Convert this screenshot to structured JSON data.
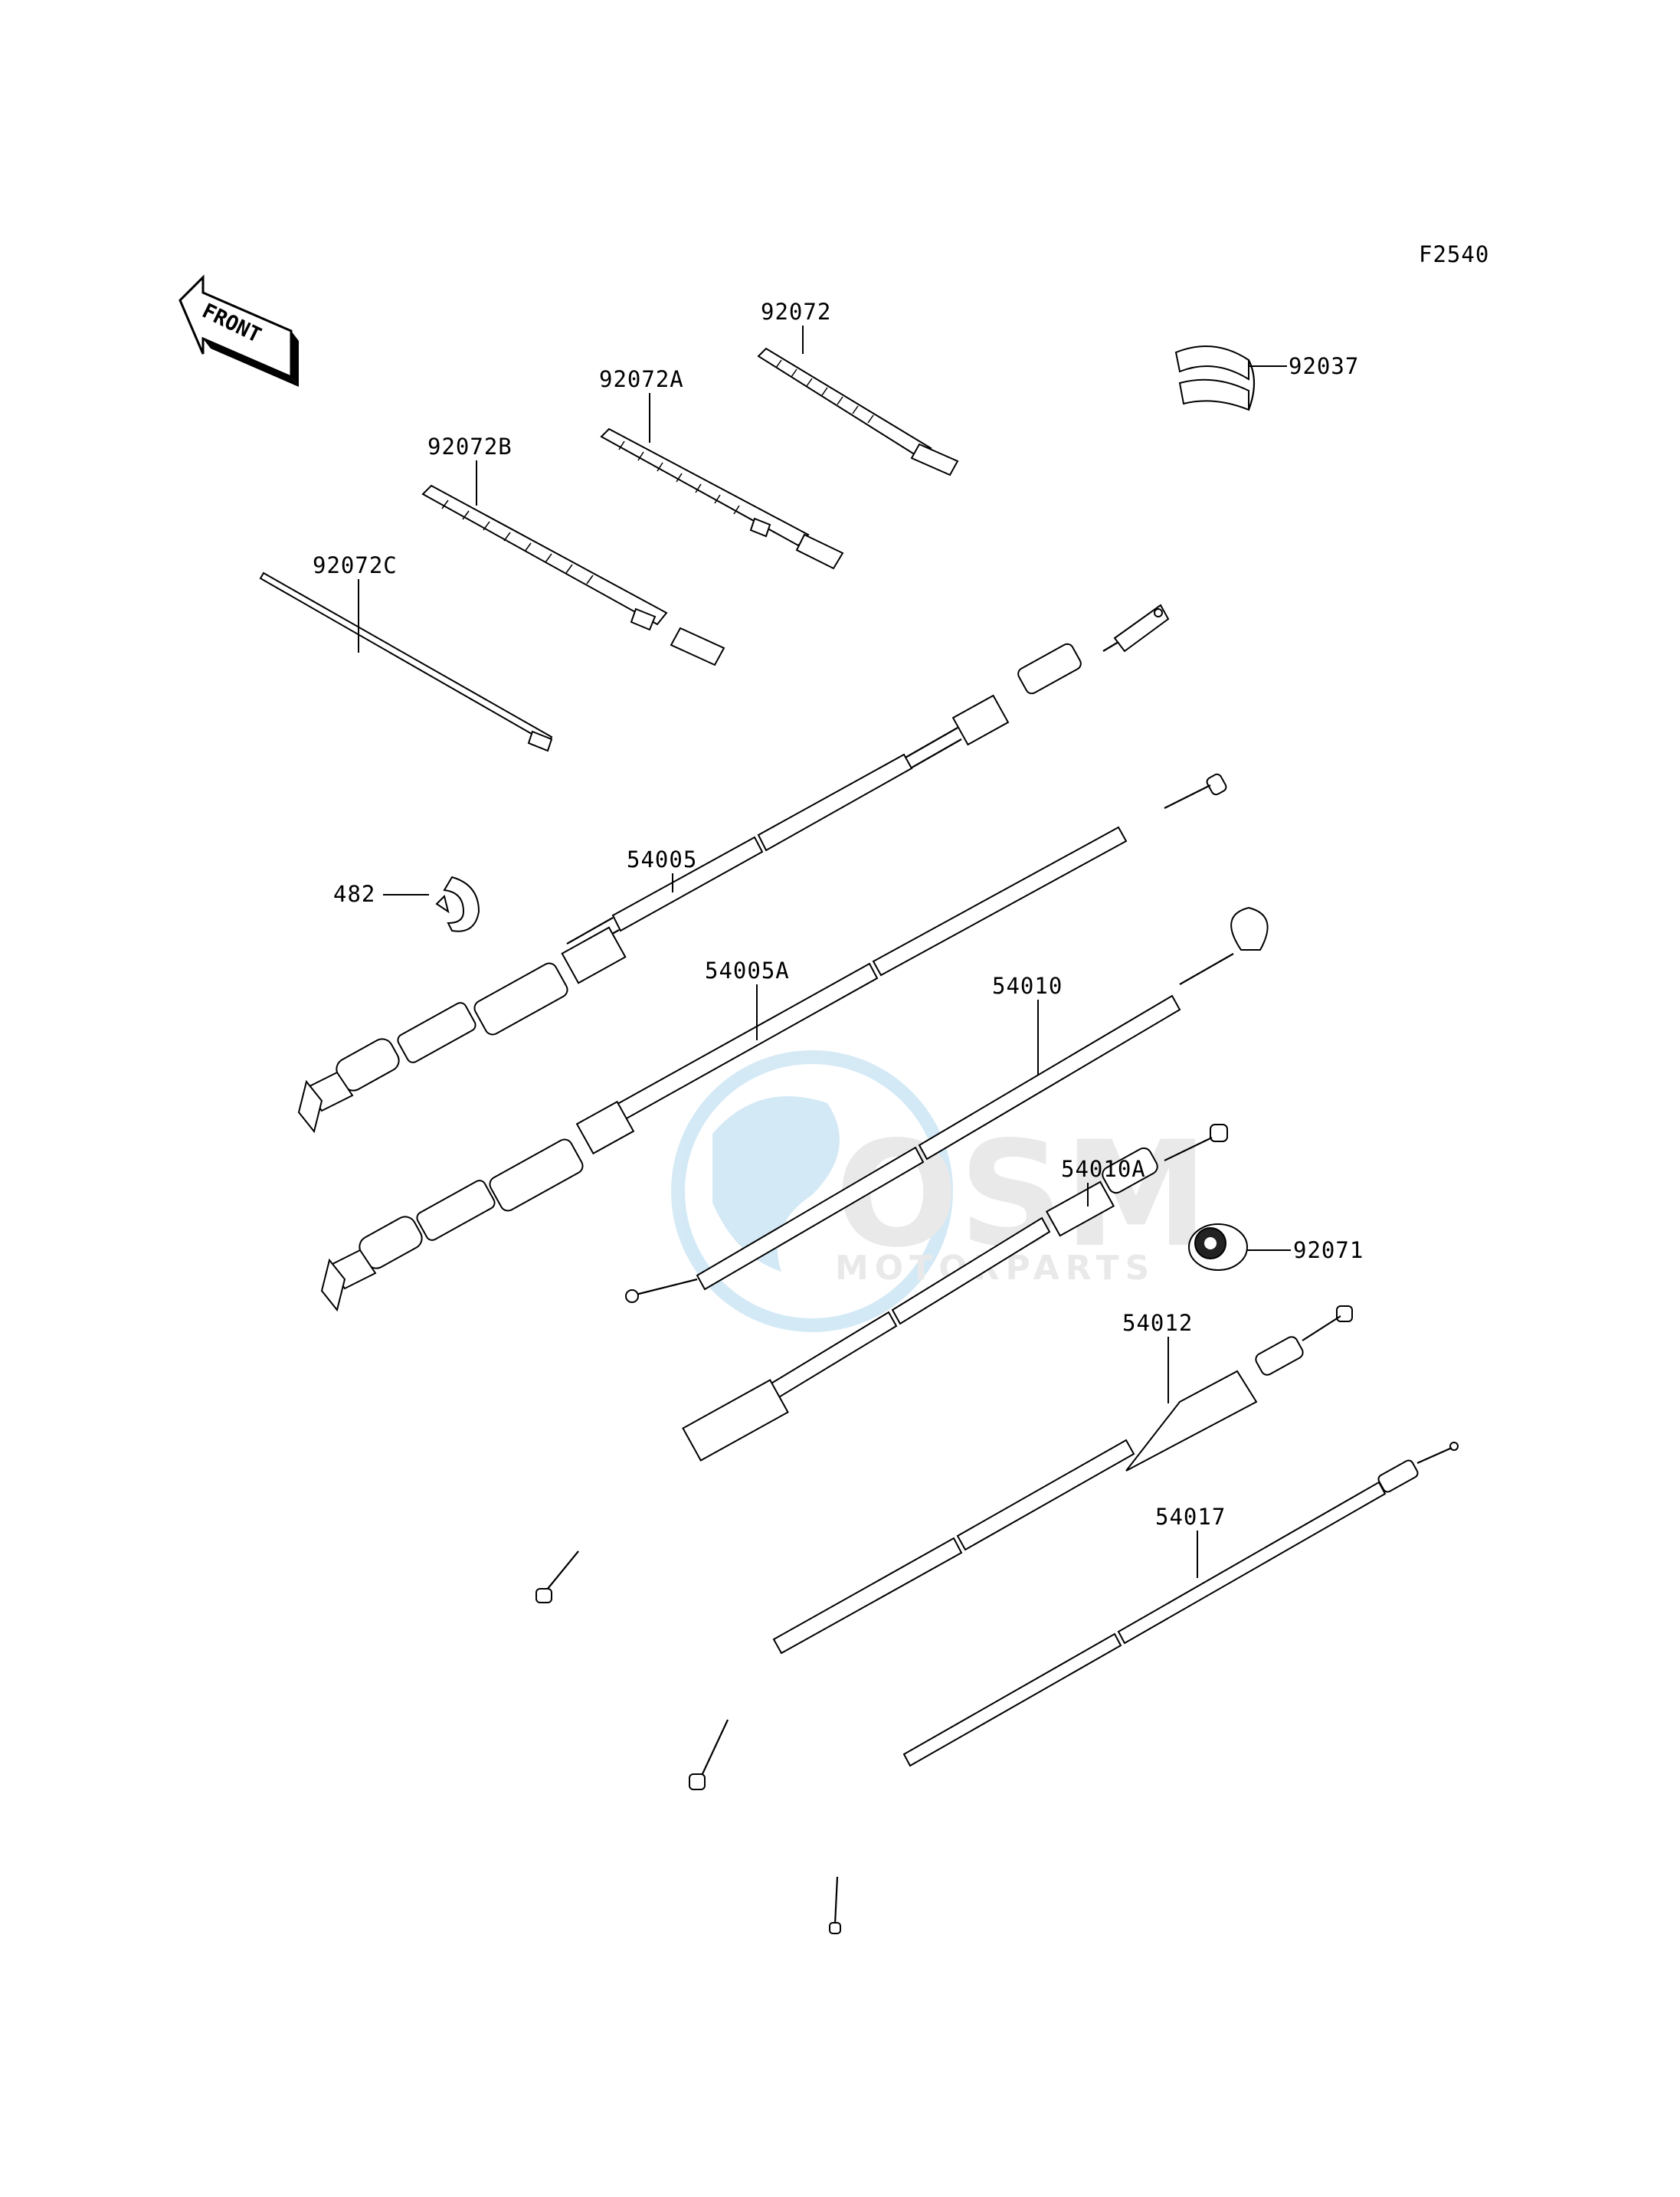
{
  "figure_code": "F2540",
  "front_label": "FRONT",
  "watermark": {
    "logo": "OSM",
    "sub": "MOTORPARTS"
  },
  "parts": {
    "p92072": "92072",
    "p92072A": "92072A",
    "p92072B": "92072B",
    "p92072C": "92072C",
    "p92037": "92037",
    "p54005": "54005",
    "p482": "482",
    "p54005A": "54005A",
    "p54010": "54010",
    "p54010A": "54010A",
    "p92071": "92071",
    "p54012": "54012",
    "p54017": "54017"
  }
}
